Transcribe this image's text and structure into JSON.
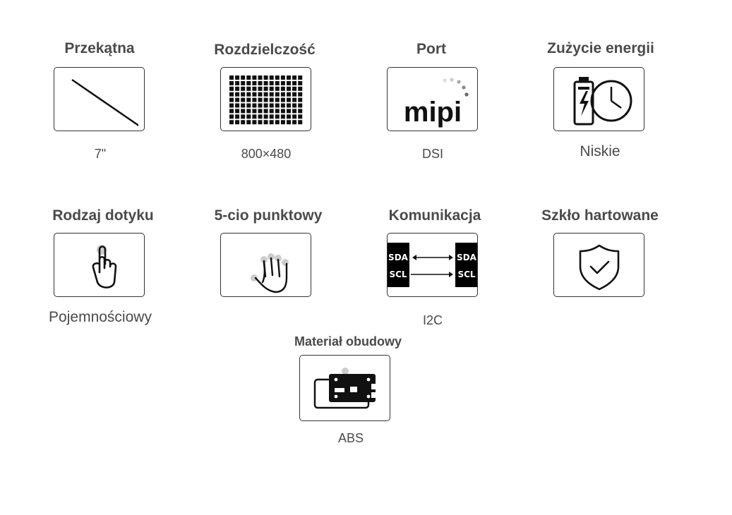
{
  "features": [
    {
      "title": "Przekątna",
      "value": "7\"",
      "icon": "diagonal-line-icon"
    },
    {
      "title": "Rozdzielczość",
      "value": "800×480",
      "icon": "pixel-grid-icon"
    },
    {
      "title": "Port",
      "value": "DSI",
      "icon": "mipi-logo-icon",
      "icon_text": "mipi"
    },
    {
      "title": "Zużycie energii",
      "value": "Niskie",
      "icon": "battery-clock-icon"
    },
    {
      "title": "Rodzaj dotyku",
      "value": "Pojemnościowy",
      "icon": "touch-finger-icon"
    },
    {
      "title": "5-cio punktowy",
      "value": "",
      "icon": "multi-touch-hand-icon"
    },
    {
      "title": "Komunikacja",
      "value": "I2C",
      "icon": "i2c-bus-icon",
      "pins": [
        "SDA",
        "SCL"
      ]
    },
    {
      "title": "Szkło hartowane",
      "value": "",
      "icon": "shield-check-icon"
    },
    {
      "title": "Materiał obudowy",
      "value": "ABS",
      "icon": "case-board-icon"
    }
  ],
  "colors": {
    "text": "#4a4a4a",
    "border": "#333333",
    "icon": "#111111",
    "accent_dots": "#cccccc"
  }
}
